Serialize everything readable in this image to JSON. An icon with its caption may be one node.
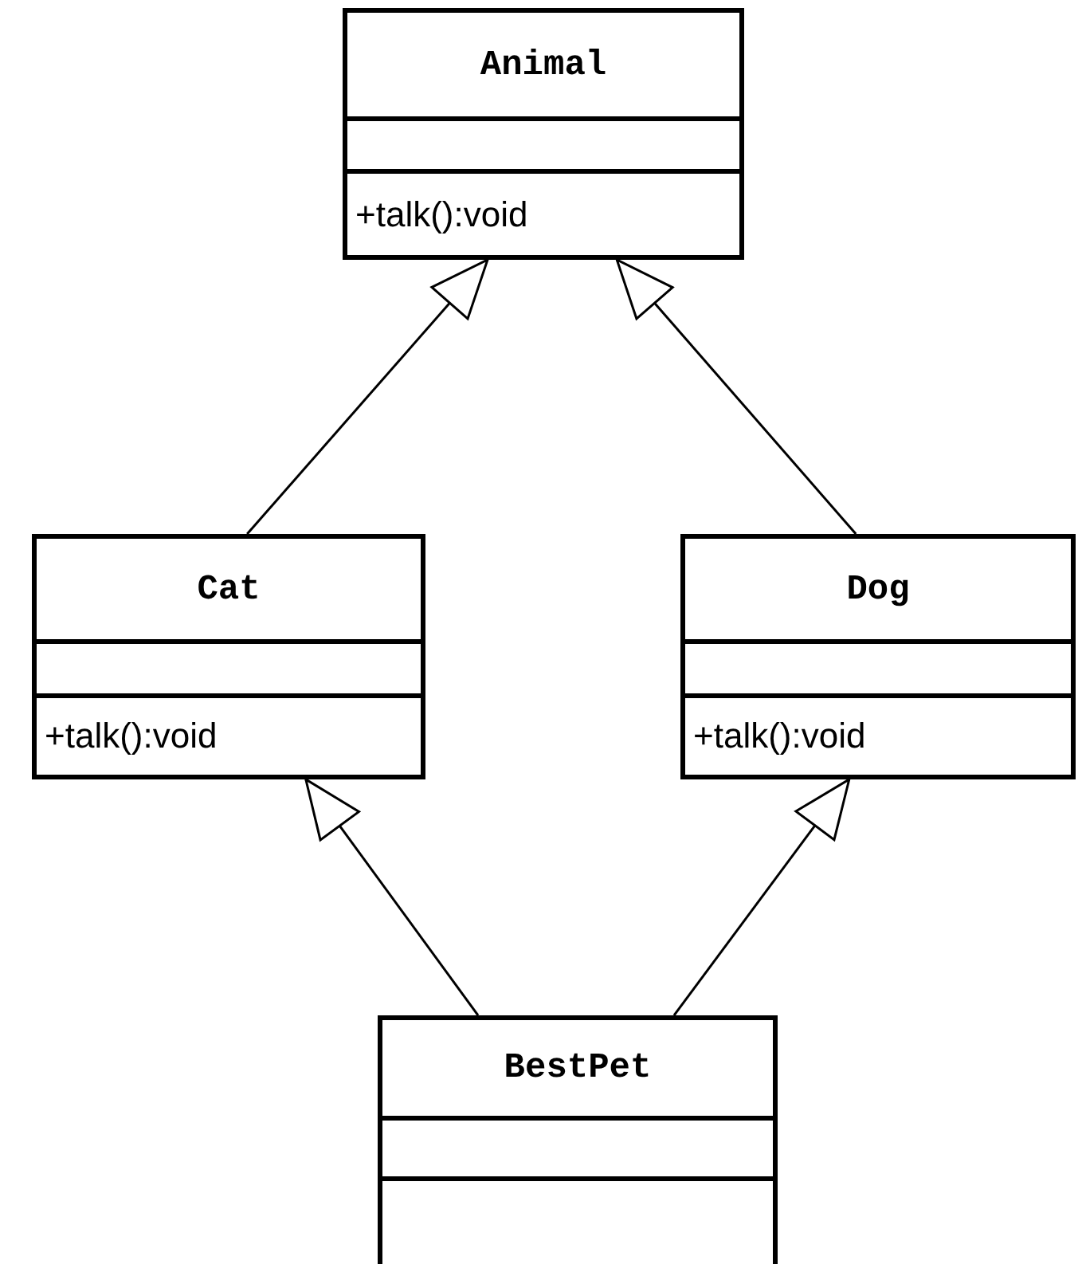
{
  "diagram": {
    "nodes": [
      {
        "text": [
          "Animal",
          "+talk():void"
        ]
      },
      {
        "text": [
          "Cat",
          "+talk():void"
        ]
      },
      {
        "text": [
          "Dog",
          "+talk():void"
        ]
      },
      {
        "text": [
          "BestPet"
        ]
      }
    ],
    "edges": [
      {
        "from": 1,
        "to": 0,
        "arrow": "to"
      },
      {
        "from": 2,
        "to": 0,
        "arrow": "to"
      },
      {
        "from": 3,
        "to": 1,
        "arrow": "to"
      },
      {
        "from": 3,
        "to": 2,
        "arrow": "to"
      }
    ]
  }
}
